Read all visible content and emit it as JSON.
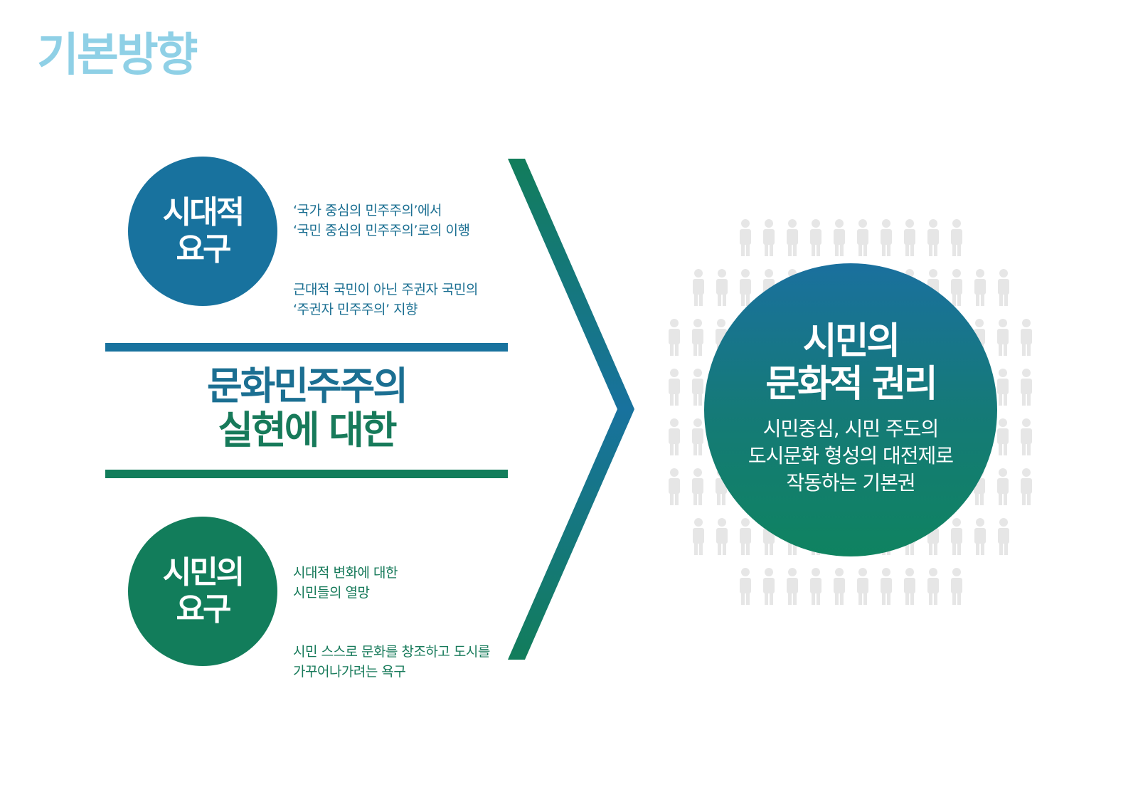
{
  "page_title": "기본방향",
  "colors": {
    "title_light_blue": "#8fd0e6",
    "blue": "#18729e",
    "green": "#127d5b",
    "people_gray": "#e6e6e6"
  },
  "top_block": {
    "circle_label": "시대적\n요구",
    "paragraphs": [
      "‘국가 중심의 민주주의’에서\n‘국민 중심의 민주주의’로의 이행",
      "근대적 국민이 아닌 주권자 국민의\n‘주권자 민주주의’ 지향"
    ]
  },
  "center": {
    "line1": "문화민주주의",
    "line2": "실현에 대한"
  },
  "bottom_block": {
    "circle_label": "시민의\n요구",
    "paragraphs": [
      "시대적 변화에 대한\n시민들의 열망",
      "시민 스스로 문화를 창조하고 도시를\n가꾸어나가려는 욕구"
    ]
  },
  "result": {
    "title": "시민의\n문화적 권리",
    "subtitle": "시민중심, 시민 주도의\n도시문화 형성의 대전제로\n작동하는 기본권"
  },
  "icons": [
    "chevron-arrow-icon",
    "people-crowd-icon"
  ]
}
